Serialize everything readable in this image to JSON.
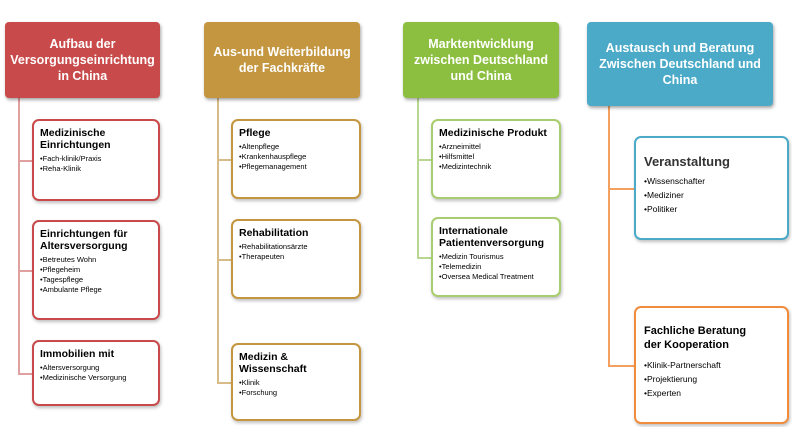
{
  "columns": [
    {
      "header": [
        "Aufbau der",
        "Versorgungseinrichtung",
        "in China"
      ],
      "color": "#c84a4a",
      "cards": [
        {
          "title": [
            "Medizinische",
            "Einrichtungen"
          ],
          "items": [
            "Fach-klinik/Praxis",
            "Reha-Klinik"
          ]
        },
        {
          "title": [
            "Einrichtungen für",
            "Altersversorgung"
          ],
          "items": [
            "Betreutes Wohn",
            "Pflegeheim",
            "Tagespflege",
            "Ambulante Pflege"
          ]
        },
        {
          "title": [
            "Immobilien mit"
          ],
          "items": [
            "Altersversorgung",
            "Medizinische Versorgung"
          ]
        }
      ]
    },
    {
      "header": [
        "Aus-und Weiterbildung",
        "der Fachkräfte"
      ],
      "color": "#c4963f",
      "cards": [
        {
          "title": [
            "Pflege"
          ],
          "items": [
            "Altenpflege",
            "Krankenhauspflege",
            "Pflegemanagement"
          ]
        },
        {
          "title": [
            "Rehabilitation"
          ],
          "items": [
            "Rehabilitationsärzte",
            "Therapeuten"
          ]
        },
        {
          "title": [
            "Medizin & Wissenschaft"
          ],
          "items": [
            "Klinik",
            "Forschung"
          ]
        }
      ]
    },
    {
      "header": [
        "Marktentwicklung",
        "zwischen Deutschland",
        "und China"
      ],
      "color": "#8cbf3f",
      "cards": [
        {
          "title": [
            "Medizinische Produkt"
          ],
          "items": [
            "Arzneimittel",
            "Hilfsmittel",
            "Medizintechnik"
          ]
        },
        {
          "title": [
            "Internationale",
            "Patientenversorgung"
          ],
          "items": [
            "Medizin Tourismus",
            "Telemedizin",
            "Oversea Medical Treatment"
          ]
        }
      ]
    },
    {
      "header": [
        "Austausch und Beratung",
        "Zwischen Deutschland und",
        "China"
      ],
      "color": "#4aaac8",
      "cards": [
        {
          "title": [
            "Veranstaltung"
          ],
          "items": [
            "Wissenschafter",
            "Mediziner",
            "Politiker"
          ]
        },
        {
          "title": [
            "Fachliche Beratung",
            "der Kooperation"
          ],
          "items": [
            "Klinik-Partnerschaft",
            "Projektierung",
            "Experten"
          ]
        }
      ]
    }
  ],
  "line_colors": [
    "#e0a0a0",
    "#d8bc88",
    "#b8d890",
    "#f4a060"
  ],
  "card_border_colors": [
    "#c84a4a",
    "#c4963f",
    "#a8cc70",
    "#4aaac8",
    "#f08c3c"
  ]
}
